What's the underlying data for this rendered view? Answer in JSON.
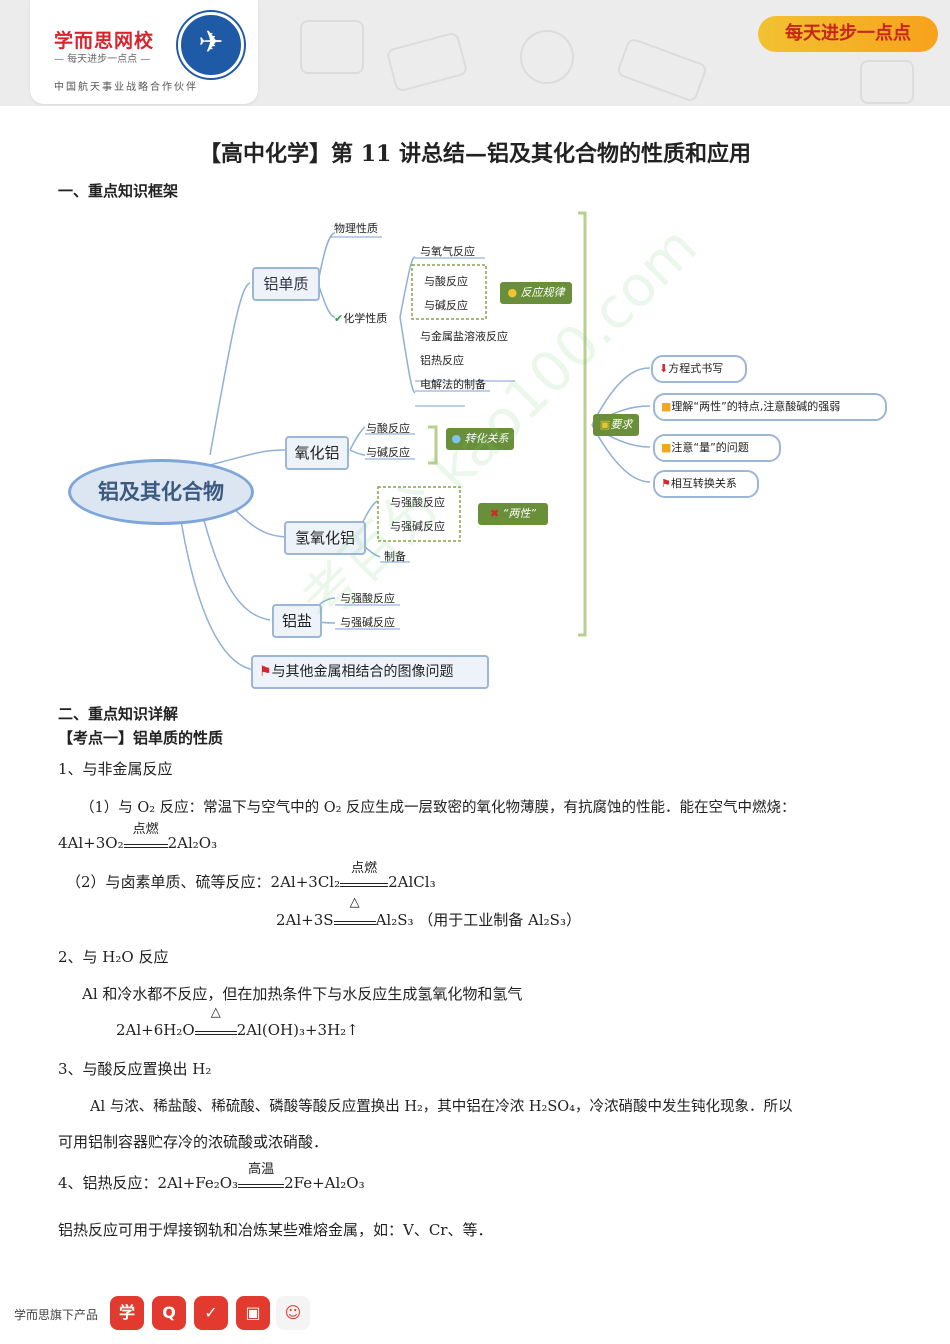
{
  "header": {
    "brand": "学而思网校",
    "brand_sub": "— 每天进步一点点 —",
    "partner": "中国航天事业战略合作伙伴",
    "slogan": "每天进步一点点"
  },
  "doc": {
    "title": "【高中化学】第 11 讲总结—铝及其化合物的性质和应用",
    "section1": "一、重点知识框架",
    "section2": "二、重点知识详解",
    "kaodian1": "【考点一】铝单质的性质",
    "p1_head": "1、与非金属反应",
    "p1_text": "（1）与 O₂ 反应：常温下与空气中的 O₂ 反应生成一层致密的氧化物薄膜，有抗腐蚀的性能．能在空气中燃烧：",
    "eq1_left": "4Al+3O₂",
    "eq1_cond": "点燃",
    "eq1_right": "2Al₂O₃",
    "p2_head": "（2）与卤素单质、硫等反应：2Al+3Cl₂",
    "eq2_cond": "点燃",
    "eq2_right": "2AlCl₃",
    "eq3_left": "2Al+3S",
    "eq3_cond": "△",
    "eq3_right": "Al₂S₃ （用于工业制备 Al₂S₃）",
    "p3_head": "2、与 H₂O 反应",
    "p3_text": "Al 和冷水都不反应，但在加热条件下与水反应生成氢氧化物和氢气",
    "eq4_left": "2Al+6H₂O",
    "eq4_cond": "△",
    "eq4_right": "2Al(OH)₃+3H₂↑",
    "p4_head": "3、与酸反应置换出 H₂",
    "p4_text1": "Al 与浓、稀盐酸、稀硫酸、磷酸等酸反应置换出 H₂，其中铝在冷浓 H₂SO₄，冷浓硝酸中发生钝化现象．所以",
    "p4_text2": "可用铝制容器贮存冷的浓硫酸或浓硝酸．",
    "p5_head": "4、铝热反应：2Al+Fe₂O₃",
    "eq5_cond": "高温",
    "eq5_right": "2Fe+Al₂O₃",
    "p5_text": "铝热反应可用于焊接钢轨和冶炼某些难熔金属，如：V、Cr、等．"
  },
  "mindmap": {
    "root": "铝及其化合物",
    "al": "铝单质",
    "al_phys": "物理性质",
    "al_chem": "化学性质",
    "al_o2": "与氧气反应",
    "al_acid": "与酸反应",
    "al_base": "与碱反应",
    "al_rule": "反应规律",
    "al_salt": "与金属盐溶液反应",
    "al_thermite": "铝热反应",
    "al_electro": "电解法的制备",
    "oxide": "氧化铝",
    "oxide_acid": "与酸反应",
    "oxide_base": "与碱反应",
    "oxide_tag": "转化关系",
    "hydroxide": "氢氧化铝",
    "hyd_acid": "与强酸反应",
    "hyd_base": "与强碱反应",
    "hyd_tag": "“两性”",
    "hyd_prep": "制备",
    "salt": "铝盐",
    "salt_acid": "与强酸反应",
    "salt_base": "与强碱反应",
    "graph": "与其他金属相结合的图像问题",
    "req": "要求",
    "req1": "方程式书写",
    "req2": "理解“两性”的特点,注意酸碱的强弱",
    "req3": "注意“量”的问题",
    "req4": "相互转换关系"
  },
  "watermark": "考百分 kao100.com",
  "footer": {
    "label": "学而思旗下产品",
    "apps": [
      "学",
      "Q",
      "✓",
      "▣",
      "☺"
    ]
  },
  "colors": {
    "node_border": "#8fb0d8",
    "tag_green": "#6a8f3a",
    "red": "#d7242e"
  }
}
